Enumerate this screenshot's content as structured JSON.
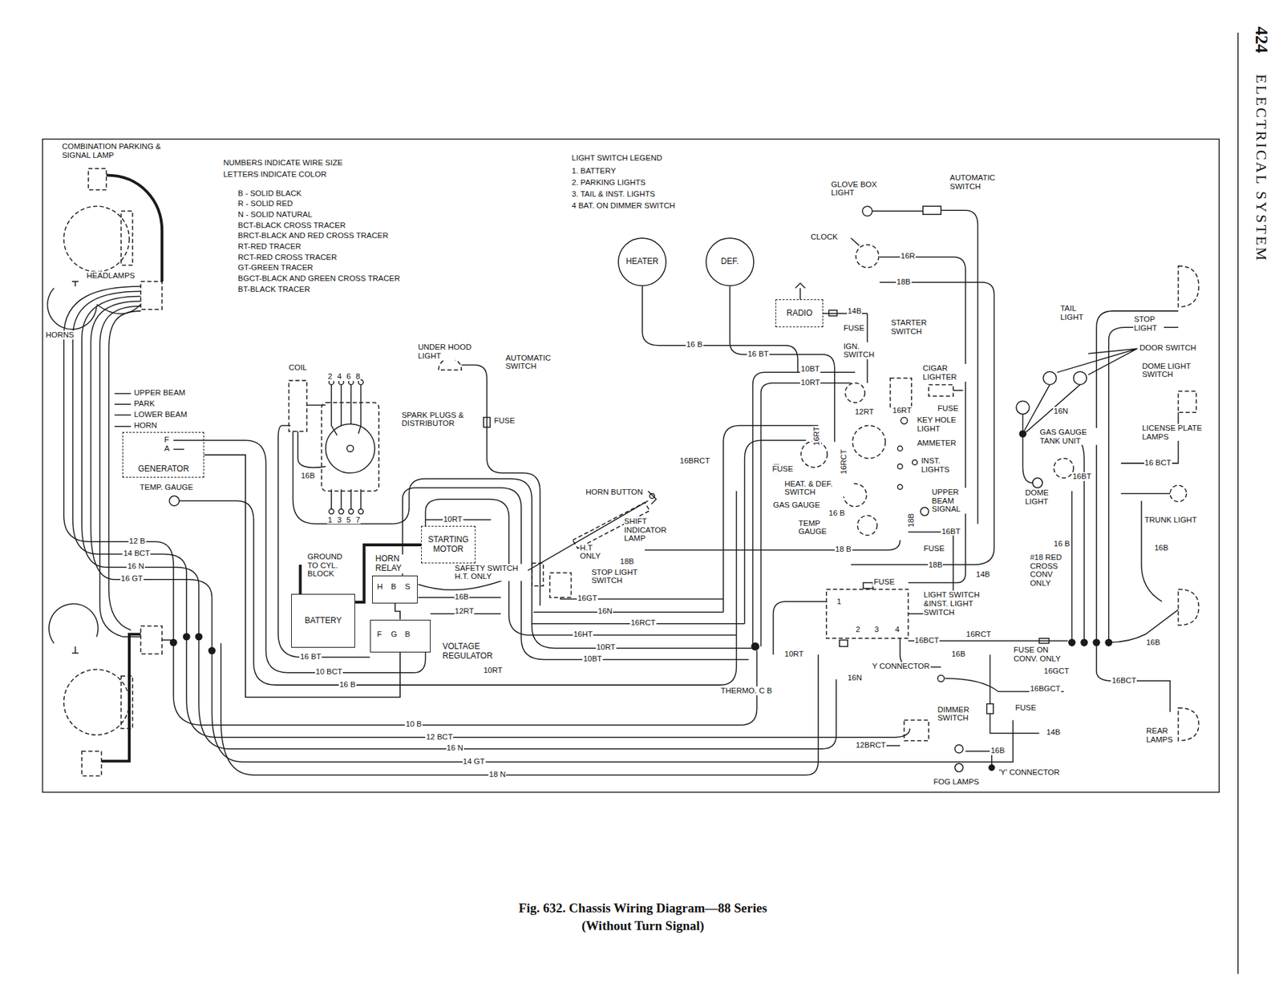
{
  "diagram": {
    "title": "ELECTRICAL SYSTEM",
    "caption": "Fig. 632. Chassis Wiring Diagram—88 Series (Without Turn Signal)",
    "nodes": [
      {
        "text": [
          "HEATER"
        ]
      },
      {
        "text": [
          "DEF."
        ]
      },
      {
        "text": [
          "RADIO"
        ]
      },
      {
        "text": [
          "STARTING MOTOR"
        ]
      },
      {
        "text": [
          "BATTERY"
        ]
      },
      {
        "text": [
          "GENERATOR"
        ]
      },
      {
        "text": [
          "HORN RELAY"
        ]
      },
      {
        "text": [
          "VOLTAGE REGULATOR"
        ]
      }
    ],
    "edges": [
      {
        "from": 4,
        "to": 3,
        "arrow": "none"
      },
      {
        "from": 5,
        "to": 7,
        "arrow": "none"
      },
      {
        "from": 6,
        "to": 7,
        "arrow": "none"
      }
    ],
    "labels": [
      "424",
      "COMBINATION PARKING & SIGNAL LAMP",
      "NUMBERS INDICATE WIRE SIZE",
      "LETTERS INDICATE COLOR",
      "B - SOLID BLACK",
      "R - SOLID RED",
      "N - SOLID NATURAL",
      "BCT-BLACK CROSS TRACER",
      "BRCT-BLACK AND RED CROSS TRACER",
      "RT-RED TRACER",
      "RCT-RED CROSS TRACER",
      "GT-GREEN TRACER",
      "BGCT-BLACK AND GREEN CROSS TRACER",
      "BT-BLACK TRACER",
      "LIGHT SWITCH LEGEND",
      "1. BATTERY",
      "2. PARKING LIGHTS",
      "3. TAIL & INST. LIGHTS",
      "4 BAT. ON DIMMER SWITCH",
      "HEADLAMPS",
      "HORNS",
      "UPPER BEAM",
      "PARK",
      "LOWER BEAM",
      "HORN",
      "COIL",
      "2 4 6 8",
      "SPARK PLUGS & DISTRIBUTOR",
      "16B",
      "1 3 5 7",
      "F",
      "A",
      "TEMP. GAUGE",
      "UNDER HOOD LIGHT",
      "AUTOMATIC SWITCH",
      "FUSE",
      "12 B",
      "14 BCT",
      "16 N",
      "16 GT",
      "GROUND TO CYL. BLOCK",
      "10RT",
      "SAFETY SWITCH H.T. ONLY",
      "16B",
      "12RT",
      "H",
      "B",
      "S",
      "F",
      "G",
      "B",
      "16 BT",
      "10 BCT",
      "16 B",
      "10 B",
      "12 BCT",
      "16 N",
      "14 GT",
      "18 N",
      "10RT",
      "HORN BUTTON",
      "SHIFT INDICATOR LAMP",
      "H.T ONLY",
      "STOP LIGHT SWITCH",
      "18B",
      "16GT",
      "16N",
      "16RCT",
      "16HT",
      "10RT",
      "10BT",
      "16 B",
      "16 BT",
      "10BT",
      "10RT",
      "12RT",
      "16RT",
      "14B",
      "FUSE",
      "STARTER SWITCH",
      "IGN. SWITCH",
      "CIGAR LIGHTER",
      "FUSE",
      "KEY HOLE LIGHT",
      "AMMETER",
      "INST. LIGHTS",
      "UPPER BEAM SIGNAL",
      "16RT",
      "16RCT",
      "18B",
      "16BRCT",
      "FUSE",
      "HEAT. & DEF. SWITCH",
      "GAS GAUGE",
      "16 B",
      "TEMP GAUGE",
      "16BT",
      "18 B",
      "FUSE",
      "18B",
      "14B",
      "FUSE",
      "LIGHT SWITCH &INST. LIGHT SWITCH",
      "1",
      "2",
      "3",
      "4",
      "16BCT",
      "16RCT",
      "10RT",
      "THERMO. C B",
      "16B",
      "Y CONNECTOR",
      "16N",
      "16BGCT",
      "DIMMER SWITCH",
      "FUSE",
      "14B",
      "12BRCT",
      "16B",
      "'Y' CONNECTOR",
      "FOG LAMPS",
      "GLOVE BOX LIGHT",
      "AUTOMATIC SWITCH",
      "CLOCK",
      "16R",
      "18B",
      "TAIL LIGHT",
      "STOP LIGHT",
      "DOOR SWITCH",
      "DOME LIGHT SWITCH",
      "16N",
      "GAS GAUGE TANK UNIT",
      "LICENSE PLATE LAMPS",
      "16BT",
      "16 BCT",
      "DOME LIGHT",
      "TRUNK LIGHT",
      "16 B",
      "16B",
      "#18 RED CROSS CONV ONLY",
      "16B",
      "FUSE ON CONV. ONLY",
      "16GCT",
      "16BCT",
      "REAR LAMPS"
    ]
  }
}
